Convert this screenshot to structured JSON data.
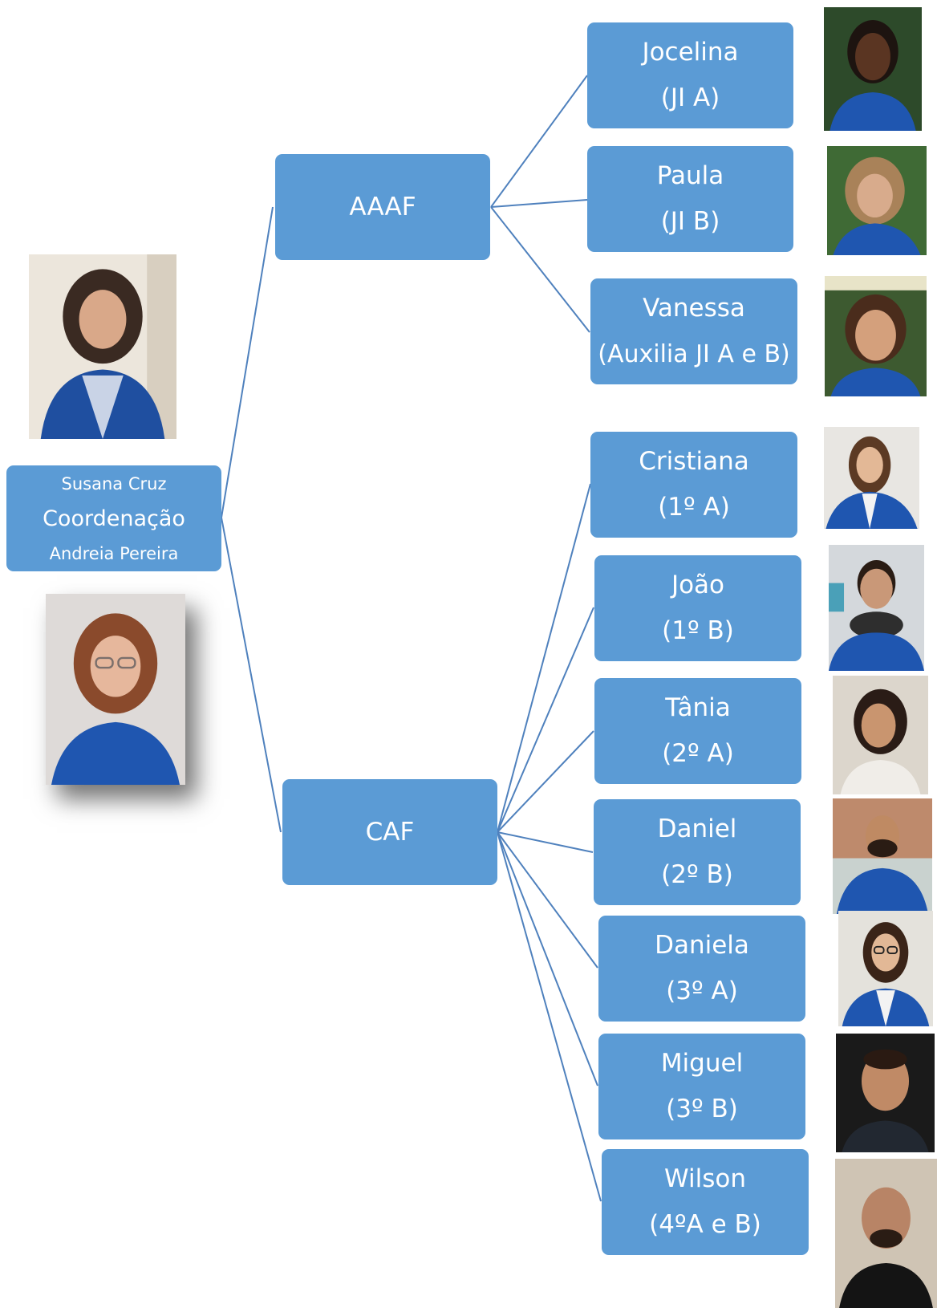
{
  "root": {
    "top_name": "Susana Cruz",
    "title": "Coordenação",
    "bottom_name": "Andreia Pereira"
  },
  "groups": {
    "aaaf": "AAAF",
    "caf": "CAF"
  },
  "members": [
    {
      "name": "Jocelina",
      "role": "(JI A)"
    },
    {
      "name": "Paula",
      "role": "(JI B)"
    },
    {
      "name": "Vanessa",
      "role": "(Auxilia JI A e B)"
    },
    {
      "name": "Cristiana",
      "role": "(1º A)"
    },
    {
      "name": "João",
      "role": "(1º B)"
    },
    {
      "name": "Tânia",
      "role": "(2º A)"
    },
    {
      "name": "Daniel",
      "role": "(2º B)"
    },
    {
      "name": "Daniela",
      "role": "(3º A)"
    },
    {
      "name": "Miguel",
      "role": "(3º B)"
    },
    {
      "name": "Wilson",
      "role": "(4ºA e B)"
    }
  ],
  "colors": {
    "box": "#5b9bd5",
    "connector": "#4f81bd",
    "text": "#ffffff"
  }
}
